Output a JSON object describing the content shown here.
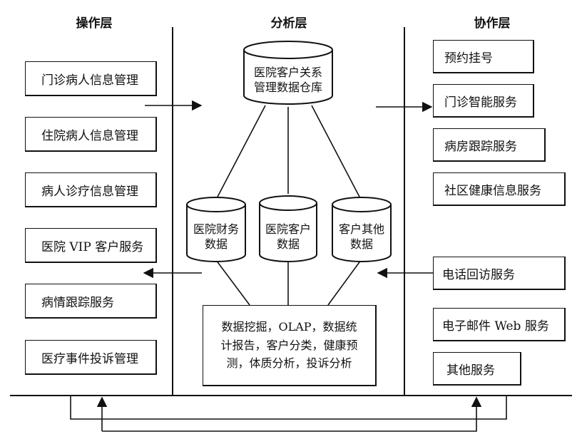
{
  "headers": {
    "operation": "操作层",
    "analysis": "分析层",
    "collaboration": "协作层"
  },
  "operation_layer": [
    "门诊病人信息管理",
    "住院病人信息管理",
    "病人诊疗信息管理",
    "医院 VIP 客户服务",
    "病情跟踪服务",
    "医疗事件投诉管理"
  ],
  "analysis_layer": {
    "warehouse": "医院客户关系\n管理数据仓库",
    "databases": [
      "医院财务\n数据",
      "医院客户\n数据",
      "客户其他\n数据"
    ],
    "mining": "数据挖掘，OLAP，数据统\n计报告，客户分类，健康预\n测，体质分析，投诉分析"
  },
  "collaboration_layer": [
    "预约挂号",
    "门诊智能服务",
    "病房跟踪服务",
    "社区健康信息服务",
    "电话回访服务",
    "电子邮件 Web 服务",
    "其他服务"
  ]
}
